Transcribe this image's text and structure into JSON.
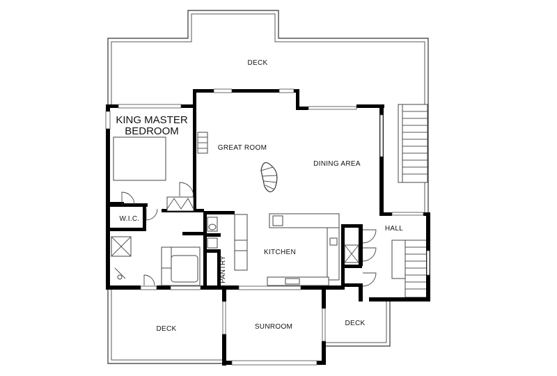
{
  "rooms": {
    "deck_top": "DECK",
    "master": [
      "KING MASTER",
      "BEDROOM"
    ],
    "great_room": "GREAT ROOM",
    "dining": "DINING AREA",
    "wic": "W.I.C.",
    "hall": "HALL",
    "kitchen": "KITCHEN",
    "pantry": "PANTRY",
    "deck_left": "DECK",
    "sunroom": "SUNROOM",
    "deck_right": "DECK"
  }
}
